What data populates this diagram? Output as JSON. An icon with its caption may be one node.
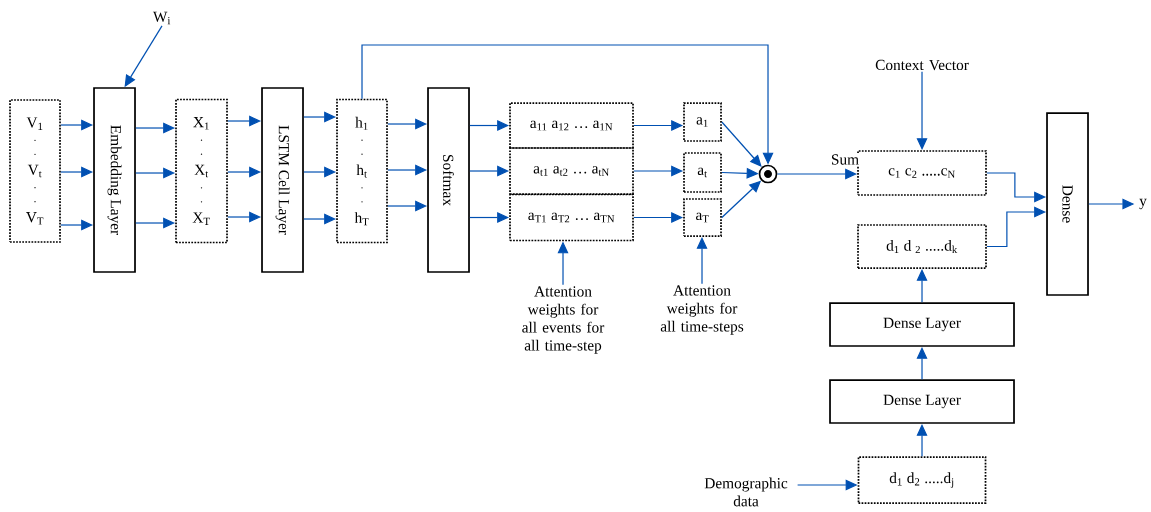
{
  "diagram": {
    "nodes": [
      {
        "text": [
          "W$_{i}$"
        ]
      },
      {
        "text": [
          "V$_{1}$",
          "V$_{t}$",
          "V$_{T}$"
        ]
      },
      {
        "text": [
          "Embedding Layer"
        ]
      },
      {
        "text": [
          "X$_{1}$",
          "X$_{t}$",
          "X$_{T}$"
        ]
      },
      {
        "text": [
          "LSTM Cell Layer"
        ]
      },
      {
        "text": [
          "h$_{1}$",
          "h$_{t}$",
          "h$_{T}$"
        ]
      },
      {
        "text": [
          "Softmax"
        ]
      },
      {
        "text": [
          "a$_{11}$ a$_{12}$ … a$_{1N}$"
        ]
      },
      {
        "text": [
          "a$_{t1}$ a$_{t2}$ … a$_{tN}$"
        ]
      },
      {
        "text": [
          "a$_{T1}$ a$_{T2}$ … a$_{TN}$"
        ]
      },
      {
        "text": [
          "a$_{1}$"
        ]
      },
      {
        "text": [
          "a$_{t}$"
        ]
      },
      {
        "text": [
          "a$_{T}$"
        ]
      },
      {
        "text": [],
        "shape": "circle"
      },
      {
        "text": [
          "Context Vector"
        ]
      },
      {
        "text": [
          "c$_{1}$ c$_{2}$ .....c$_{N}$"
        ]
      },
      {
        "text": [
          "d$_{1}$ d $_{2}$ .....d$_{k}$"
        ]
      },
      {
        "text": [
          "Dense"
        ]
      },
      {
        "text": [
          "y"
        ]
      },
      {
        "text": [
          "Dense Layer"
        ]
      },
      {
        "text": [
          "Dense Layer"
        ]
      },
      {
        "text": [
          "d$_{1}$ d$_{2}$ .....d$_{j}$"
        ]
      },
      {
        "text": [
          "Attention weights for all events for all time-step"
        ]
      },
      {
        "text": [
          "Attention weights for all time-steps"
        ]
      },
      {
        "text": [
          "Demographic data"
        ]
      }
    ],
    "edges": [
      {
        "from": 0,
        "to": 2,
        "arrow": "to"
      },
      {
        "from": 1,
        "to": 2,
        "arrow": "to"
      },
      {
        "from": 1,
        "to": 2,
        "arrow": "to"
      },
      {
        "from": 1,
        "to": 2,
        "arrow": "to"
      },
      {
        "from": 2,
        "to": 3,
        "arrow": "to"
      },
      {
        "from": 2,
        "to": 3,
        "arrow": "to"
      },
      {
        "from": 2,
        "to": 3,
        "arrow": "to"
      },
      {
        "from": 3,
        "to": 4,
        "arrow": "to"
      },
      {
        "from": 3,
        "to": 4,
        "arrow": "to"
      },
      {
        "from": 3,
        "to": 4,
        "arrow": "to"
      },
      {
        "from": 4,
        "to": 5,
        "arrow": "to"
      },
      {
        "from": 4,
        "to": 5,
        "arrow": "to"
      },
      {
        "from": 4,
        "to": 5,
        "arrow": "to"
      },
      {
        "from": 5,
        "to": 6,
        "arrow": "to"
      },
      {
        "from": 5,
        "to": 6,
        "arrow": "to"
      },
      {
        "from": 5,
        "to": 6,
        "arrow": "to"
      },
      {
        "from": 6,
        "to": 7,
        "arrow": "to"
      },
      {
        "from": 6,
        "to": 8,
        "arrow": "to"
      },
      {
        "from": 6,
        "to": 9,
        "arrow": "to"
      },
      {
        "from": 7,
        "to": 10,
        "arrow": "to"
      },
      {
        "from": 8,
        "to": 11,
        "arrow": "to"
      },
      {
        "from": 9,
        "to": 12,
        "arrow": "to"
      },
      {
        "from": 10,
        "to": 13,
        "arrow": "to"
      },
      {
        "from": 11,
        "to": 13,
        "arrow": "to"
      },
      {
        "from": 12,
        "to": 13,
        "arrow": "to"
      },
      {
        "from": 5,
        "to": 13,
        "arrow": "to"
      },
      {
        "from": 13,
        "to": 15,
        "arrow": "to",
        "label": "Sum"
      },
      {
        "from": 14,
        "to": 15,
        "arrow": "to"
      },
      {
        "from": 15,
        "to": 17,
        "arrow": "to"
      },
      {
        "from": 16,
        "to": 17,
        "arrow": "to"
      },
      {
        "from": 17,
        "to": 18,
        "arrow": "to"
      },
      {
        "from": 19,
        "to": 16,
        "arrow": "to"
      },
      {
        "from": 20,
        "to": 19,
        "arrow": "to"
      },
      {
        "from": 21,
        "to": 20,
        "arrow": "to"
      },
      {
        "from": 22,
        "to": 9,
        "arrow": "to"
      },
      {
        "from": 23,
        "to": 12,
        "arrow": "to"
      },
      {
        "from": 24,
        "to": 21,
        "arrow": "to"
      }
    ]
  }
}
